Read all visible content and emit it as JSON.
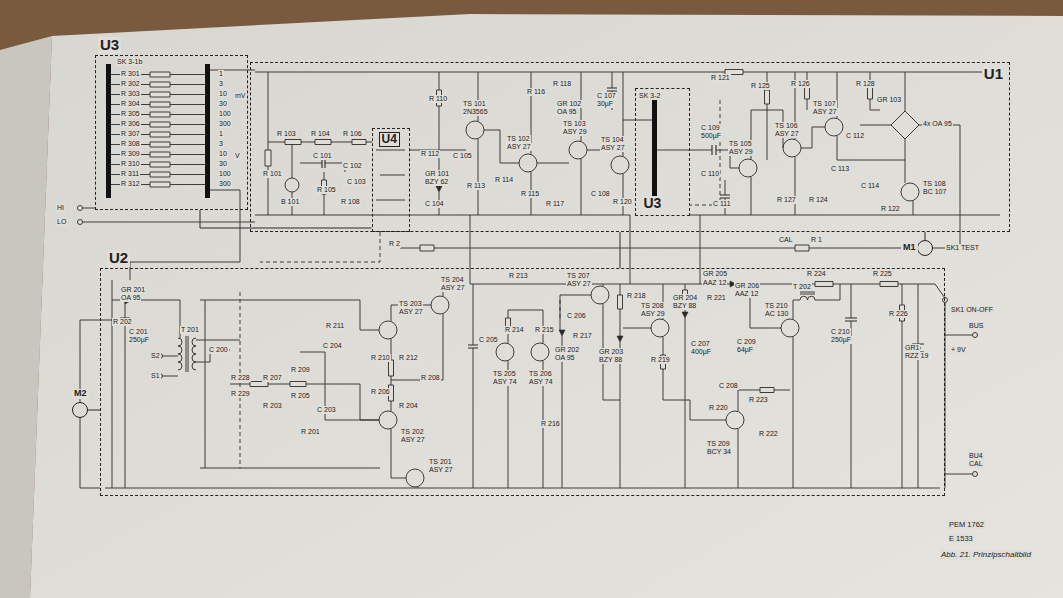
{
  "diagram": {
    "caption": "Abb. 21. Prinzipschaltbild",
    "nodes": [
      {
        "text": [
          "U3"
        ]
      },
      {
        "text": [
          "U1"
        ]
      },
      {
        "text": [
          "U4"
        ],
        "in": 1
      },
      {
        "text": [
          "U3"
        ],
        "in": 1
      },
      {
        "text": [
          "U2"
        ]
      },
      {
        "text": [
          "M1"
        ]
      },
      {
        "text": [
          "M2"
        ]
      }
    ],
    "edges": [
      {
        "from": 0,
        "to": 2,
        "arrow": "none"
      },
      {
        "from": 1,
        "to": 4,
        "arrow": "none"
      },
      {
        "from": 4,
        "to": 6,
        "arrow": "none"
      },
      {
        "from": 1,
        "to": 5,
        "arrow": "none"
      }
    ],
    "labels": [
      "SK 3-1b",
      "R 301",
      "R 302",
      "R 303",
      "R 304",
      "R 305",
      "R 306",
      "R 307",
      "R 308",
      "R 309",
      "R 310",
      "R 311",
      "R 312",
      "1",
      "3",
      "10",
      "30",
      "100",
      "300",
      "1",
      "3",
      "10",
      "30",
      "100",
      "300",
      "mV",
      "V",
      "HI",
      "LO",
      "R 101",
      "R 103",
      "R 104",
      "R 106",
      "C 101",
      "C 102",
      "B 101",
      "R 105",
      "C 103",
      "R 108",
      "TS 101",
      "2N3565",
      "TS 102",
      "ASY 27",
      "TS 103",
      "ASY 29",
      "TS 104",
      "ASY 27",
      "R 110",
      "R 112",
      "C 105",
      "GR 101",
      "BZY 62",
      "R 113",
      "R 114",
      "R 116",
      "R 118",
      "GR 102",
      "OA 95",
      "C 107",
      "30µF",
      "R 115",
      "R 117",
      "C 108",
      "R 120",
      "C 104",
      "SK 3-2",
      "R 121",
      "C 109",
      "500µF",
      "TS 105",
      "ASY 29",
      "TS 106",
      "ASY 27",
      "TS 107",
      "ASY 27",
      "R 125",
      "R 126",
      "R 128",
      "C 112",
      "GR 103",
      "4x OA 95",
      "TS 108",
      "BC 107",
      "C 110",
      "C 111",
      "R 127",
      "R 124",
      "C 113",
      "C 114",
      "R 122",
      "CAL",
      "R 1",
      "R 2",
      "SK1 TEST",
      "GR 201",
      "OA 95",
      "R 202",
      "C 201",
      "250µF",
      "T 201",
      "C 200",
      "S2",
      "S1",
      "R 228",
      "R 207",
      "R 229",
      "R 209",
      "R 205",
      "R 203",
      "R 211",
      "C 204",
      "TS 203",
      "ASY 27",
      "TS 204",
      "ASY 27",
      "R 210",
      "R 212",
      "R 206",
      "R 208",
      "R 204",
      "C 203",
      "R 201",
      "TS 202",
      "ASY 27",
      "TS 201",
      "ASY 27",
      "C 205",
      "R 214",
      "R 215",
      "TS 205",
      "ASY 74",
      "TS 206",
      "ASY 74",
      "GR 202",
      "OA 95",
      "R 217",
      "TS 207",
      "ASY 27",
      "C 206",
      "R 213",
      "R 216",
      "R 218",
      "GR 203",
      "BZY 88",
      "TS 208",
      "ASY 29",
      "GR 204",
      "BZY 88",
      "R 219",
      "R 221",
      "C 207",
      "400µF",
      "GR 205",
      "AAZ 12",
      "GR 206",
      "AAZ 12",
      "C 209",
      "64µF",
      "TS 210",
      "AC 130",
      "T 202",
      "R 224",
      "R 225",
      "C 210",
      "250µF",
      "R 226",
      "SK1 ON-OFF",
      "BUS",
      "GR1",
      "RZZ 19",
      "+ 9V",
      "C 208",
      "R 223",
      "R 220",
      "R 222",
      "TS 209",
      "BCY 34",
      "BU4",
      "CAL",
      "PEM 1762",
      "E 1533"
    ]
  }
}
